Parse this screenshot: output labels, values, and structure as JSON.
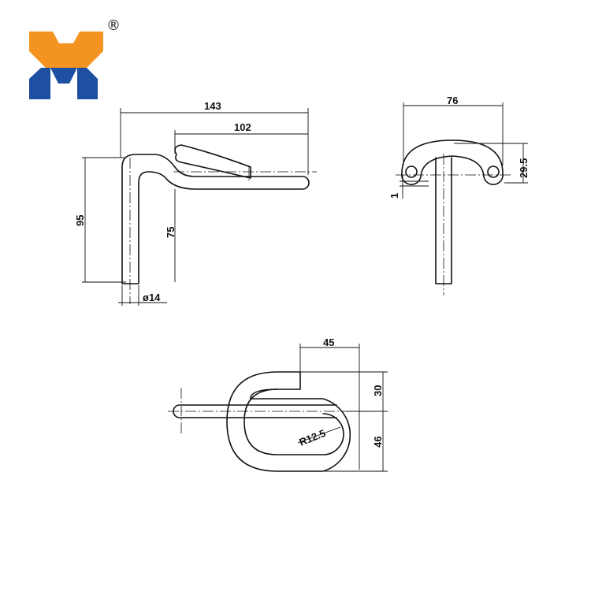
{
  "logo": {
    "registered_mark": "®",
    "colors": {
      "orange": "#F39321",
      "blue": "#1F4FA0"
    }
  },
  "side_view": {
    "dim_overall_length": "143",
    "dim_straight_length": "102",
    "dim_height": "95",
    "dim_leg_length": "75",
    "dim_diameter": "ø14"
  },
  "front_view": {
    "dim_width": "76",
    "dim_arc_height": "29.5",
    "dim_offset": "1"
  },
  "top_view": {
    "dim_hook_opening": "45",
    "dim_upper_depth": "30",
    "dim_lower_depth": "46",
    "dim_radius": "R12.5"
  }
}
